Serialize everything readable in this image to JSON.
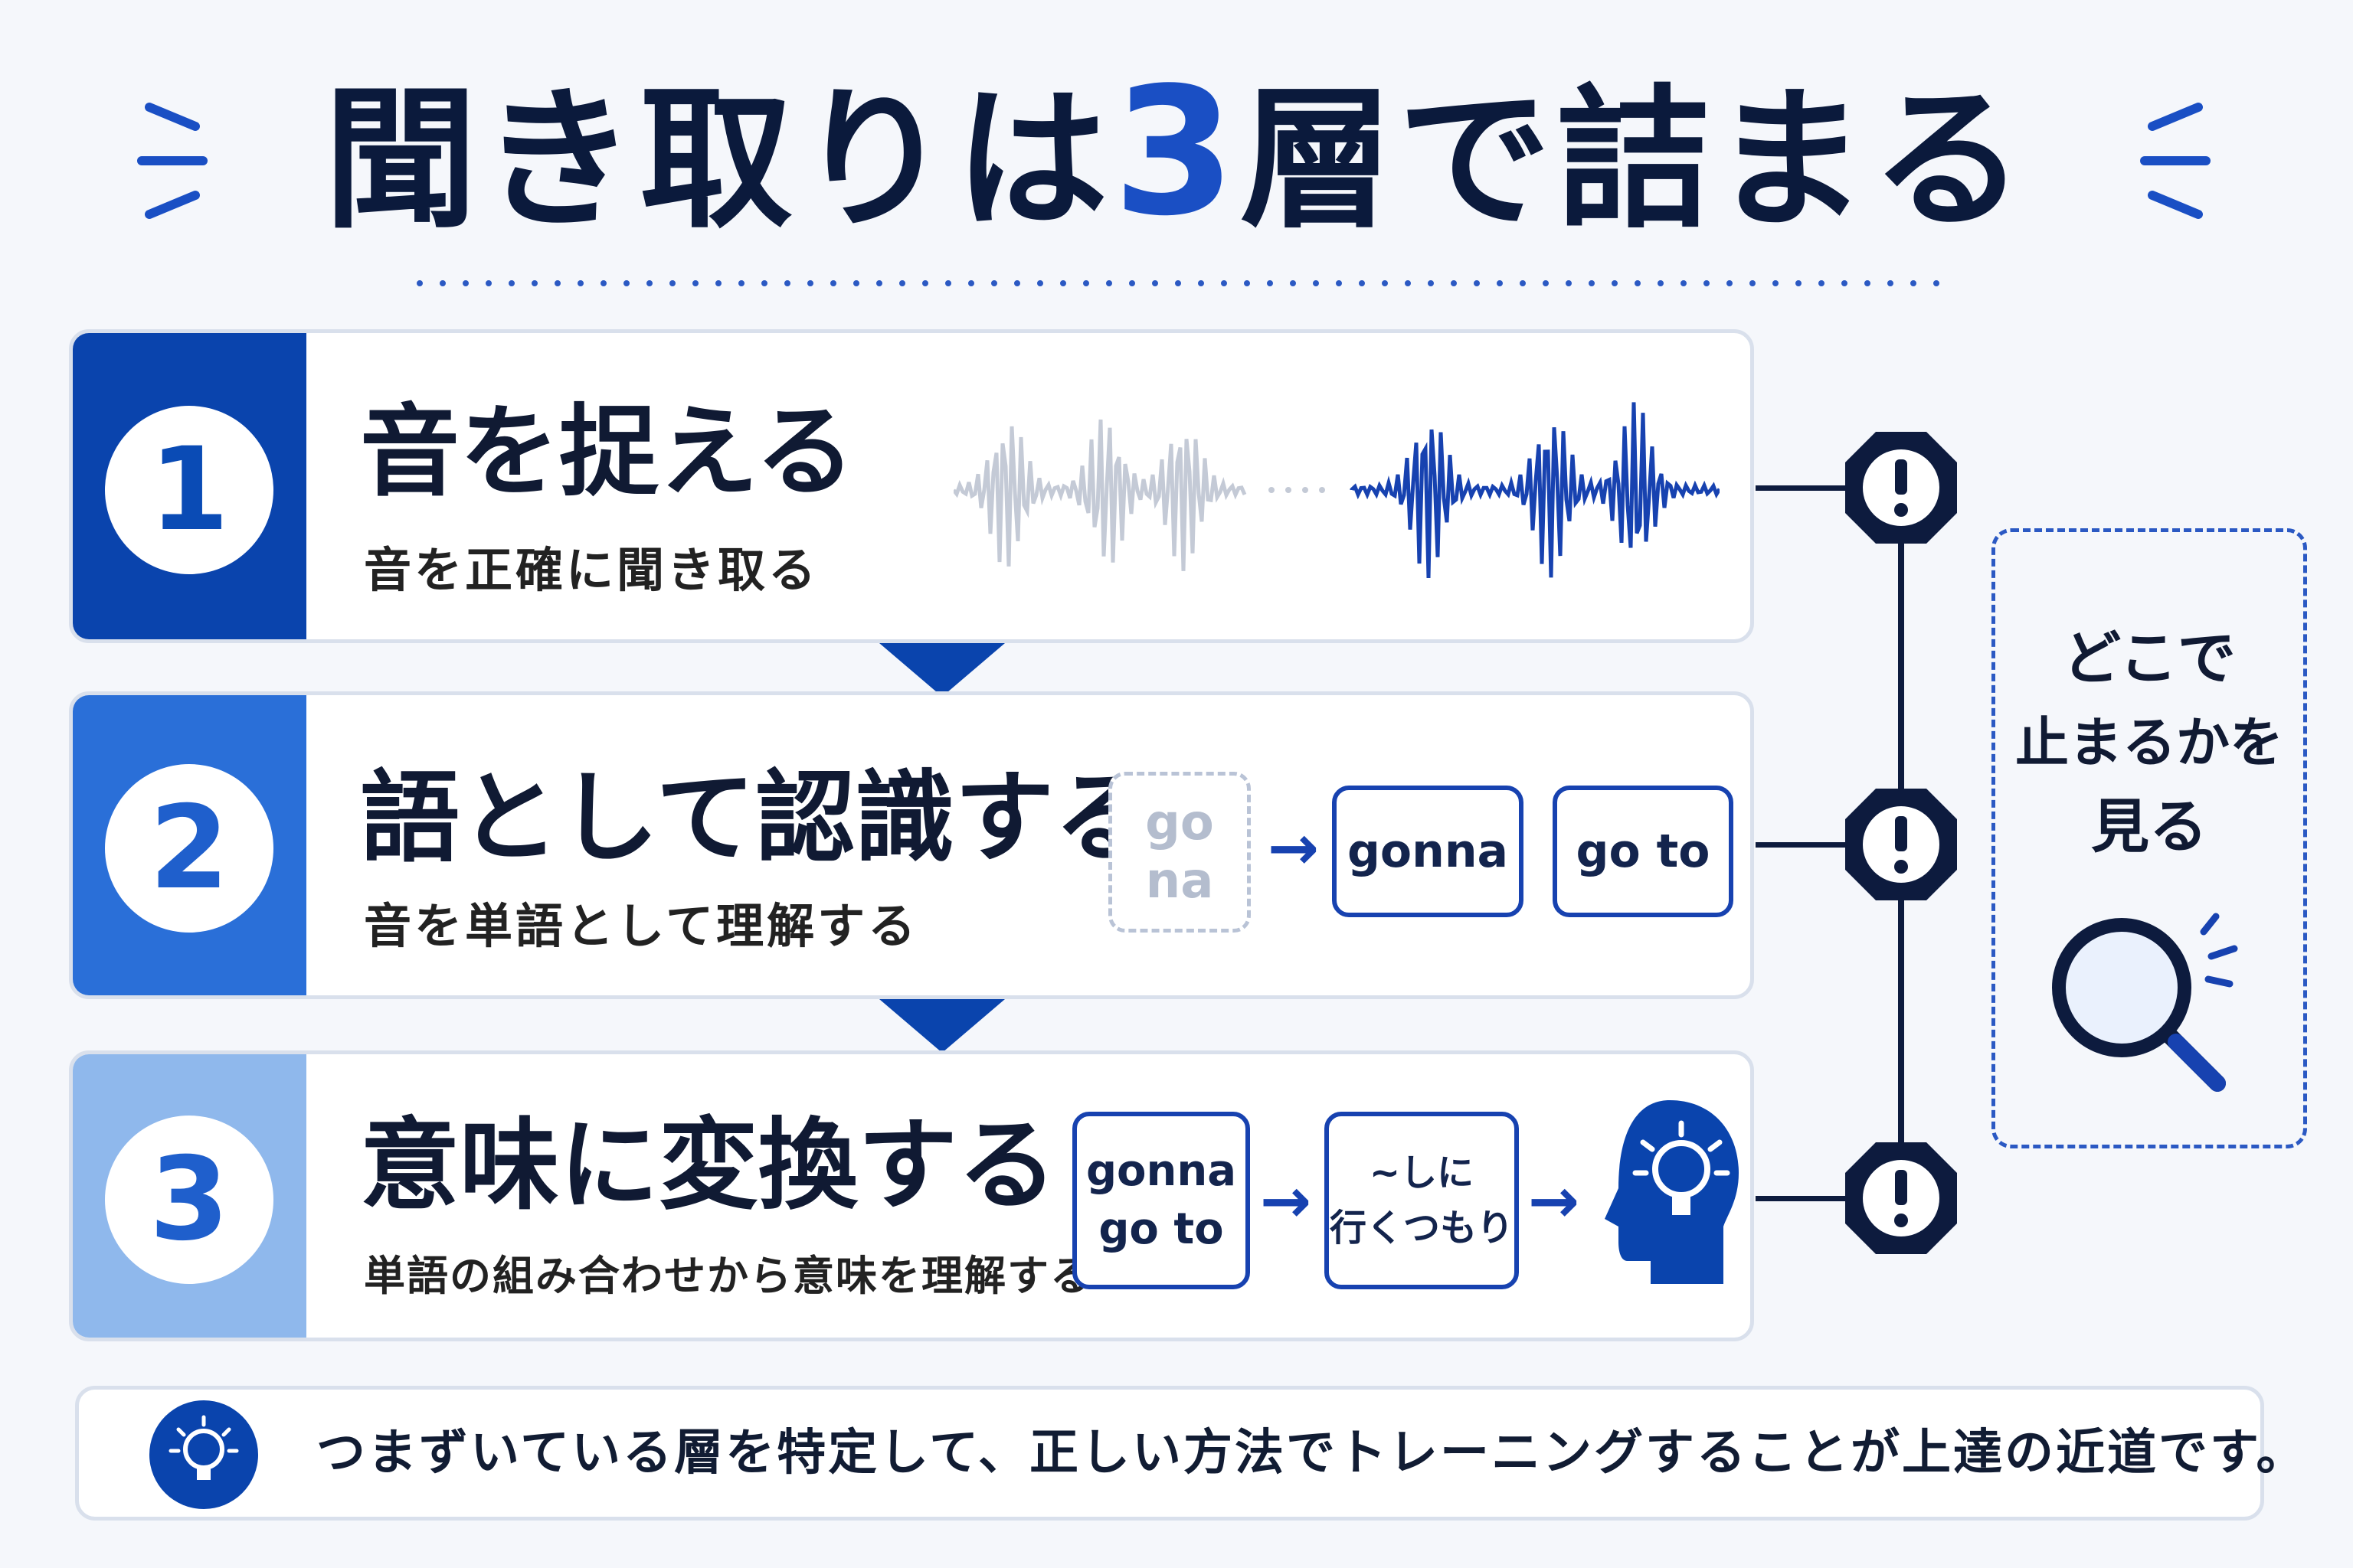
{
  "title": {
    "pre": "聞き取りは",
    "num": "3",
    "post": "層で詰まる"
  },
  "layers": [
    {
      "num": "1",
      "heading": "音を捉える",
      "sub": "音を正確に聞き取る"
    },
    {
      "num": "2",
      "heading": "語として認識する",
      "sub": "音を単語として理解する",
      "chunks": {
        "dashed_top": "go",
        "dashed_bottom": "na",
        "word1": "gonna",
        "word2": "go to"
      }
    },
    {
      "num": "3",
      "heading": "意味に変換する",
      "sub": "単語の組み合わせから意味を理解する",
      "chunks": {
        "words_top": "gonna",
        "words_bottom": "go to",
        "meaning_top": "~しに",
        "meaning_bottom": "行くつもり"
      }
    }
  ],
  "side": {
    "line1": "どこで",
    "line2": "止まるかを",
    "line3": "見る"
  },
  "note": "つまずいている層を特定して、正しい方法でトレーニングすることが上達の近道です。",
  "icons": [
    "waveform-icon",
    "warning-icon",
    "magnifier-icon",
    "head-lightbulb-icon",
    "lightbulb-icon"
  ],
  "colors": {
    "dark_navy": "#0d1b3e",
    "blue_1": "#0a44ad",
    "blue_2": "#2a6fd8",
    "blue_3": "#8fb8ec",
    "accent": "#1a4fc4"
  }
}
